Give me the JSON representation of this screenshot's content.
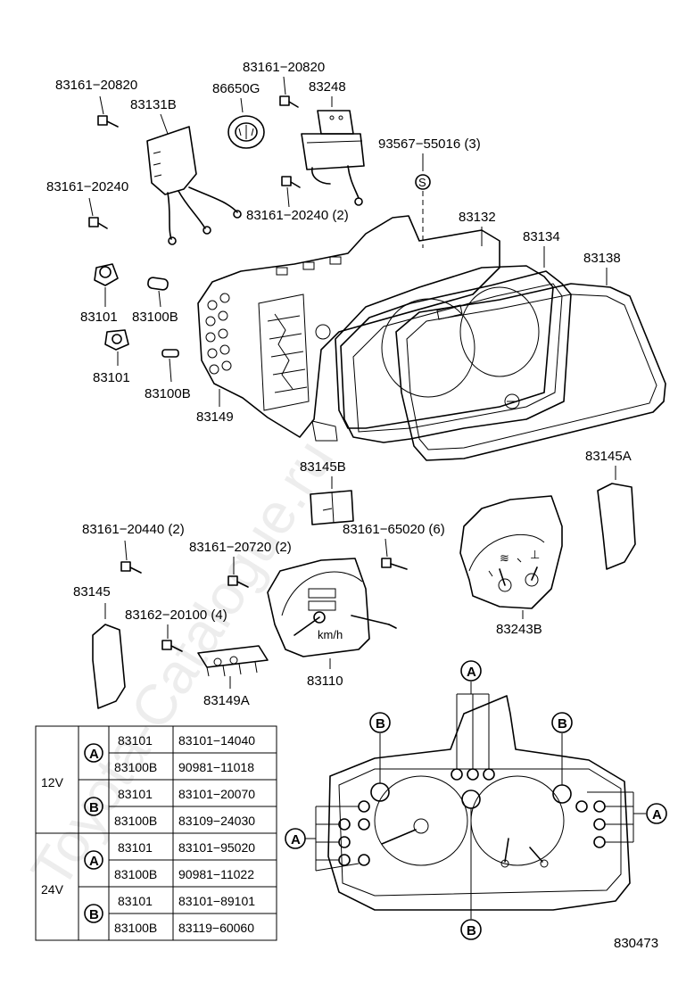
{
  "diagram_id": "830473",
  "labels": {
    "l83161_20820a": "83161−20820",
    "l83131B": "83131B",
    "l83161_20240": "83161−20240",
    "l83101a": "83101",
    "l83100Ba": "83100B",
    "l83101b": "83101",
    "l83100Bb": "83100B",
    "l83161_20820b": "83161−20820",
    "l86650G": "86650G",
    "l83248": "83248",
    "l83161_20240_2": "83161−20240 (2)",
    "l93567": "93567−55016 (3)",
    "l83132": "83132",
    "l83134": "83134",
    "l83138": "83138",
    "l83149": "83149",
    "l83145B": "83145B",
    "l83145A": "83145A",
    "l83161_20440": "83161−20440 (2)",
    "l83161_20720": "83161−20720 (2)",
    "l83161_65020": "83161−65020 (6)",
    "l83145": "83145",
    "l83162_20100": "83162−20100 (4)",
    "l83243B": "83243B",
    "l83110": "83110",
    "l83149A": "83149A",
    "kmh": "km/h"
  },
  "screw_marker": "S",
  "callouts": {
    "A": "A",
    "B": "B"
  },
  "bulb_table": {
    "groups": [
      {
        "voltage": "12V",
        "rows": [
          {
            "type": "A",
            "items": [
              [
                "83101",
                "83101−14040"
              ],
              [
                "83100B",
                "90981−11018"
              ]
            ]
          },
          {
            "type": "B",
            "items": [
              [
                "83101",
                "83101−20070"
              ],
              [
                "83100B",
                "83109−24030"
              ]
            ]
          }
        ]
      },
      {
        "voltage": "24V",
        "rows": [
          {
            "type": "A",
            "items": [
              [
                "83101",
                "83101−95020"
              ],
              [
                "83100B",
                "90981−11022"
              ]
            ]
          },
          {
            "type": "B",
            "items": [
              [
                "83101",
                "83101−89101"
              ],
              [
                "83100B",
                "83119−60060"
              ]
            ]
          }
        ]
      }
    ]
  },
  "watermark": "Toyota-Catalogue.ru"
}
